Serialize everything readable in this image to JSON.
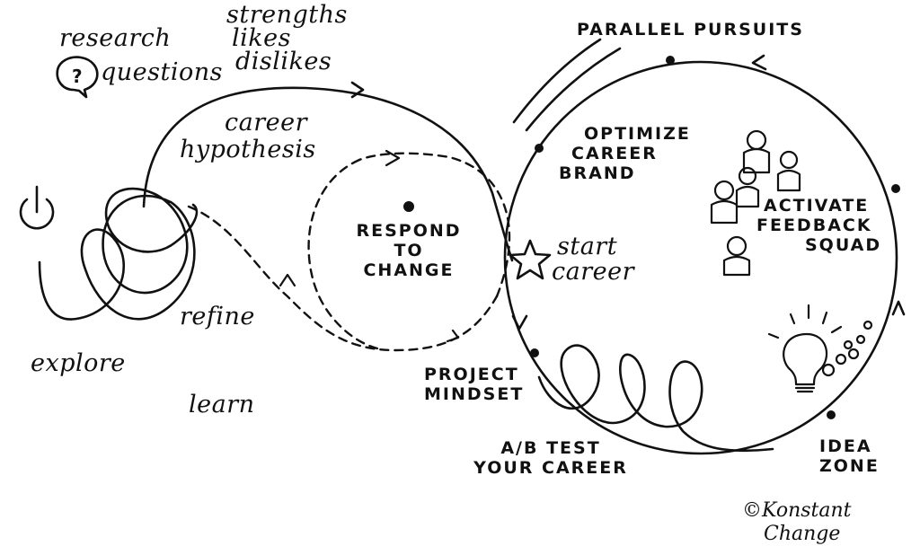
{
  "notes": {
    "research": "research",
    "questions": "questions",
    "strengths": "strengths",
    "likes": "likes",
    "dislikes": "dislikes",
    "career_hypothesis_1": "career",
    "career_hypothesis_2": "hypothesis",
    "refine": "refine",
    "explore": "explore",
    "learn": "learn",
    "start_career_1": "start",
    "start_career_2": "career"
  },
  "stages": {
    "respond_to_change": [
      "RESPOND",
      "TO",
      "CHANGE"
    ],
    "parallel_pursuits": "PARALLEL PURSUITS",
    "optimize_career_brand": [
      "OPTIMIZE",
      "CAREER",
      "BRAND"
    ],
    "activate_feedback_squad": [
      "ACTIVATE",
      "FEEDBACK",
      "SQUAD"
    ],
    "project_mindset": [
      "PROJECT",
      "MINDSET"
    ],
    "ab_test_your_career": [
      "A/B TEST",
      "YOUR CAREER"
    ],
    "idea_zone": [
      "IDEA",
      "ZONE"
    ]
  },
  "credit": [
    "©Konstant",
    "Change"
  ],
  "icons": [
    "power-icon",
    "question-bubble-icon",
    "star-icon",
    "people-group-icon",
    "lightbulb-icon"
  ]
}
